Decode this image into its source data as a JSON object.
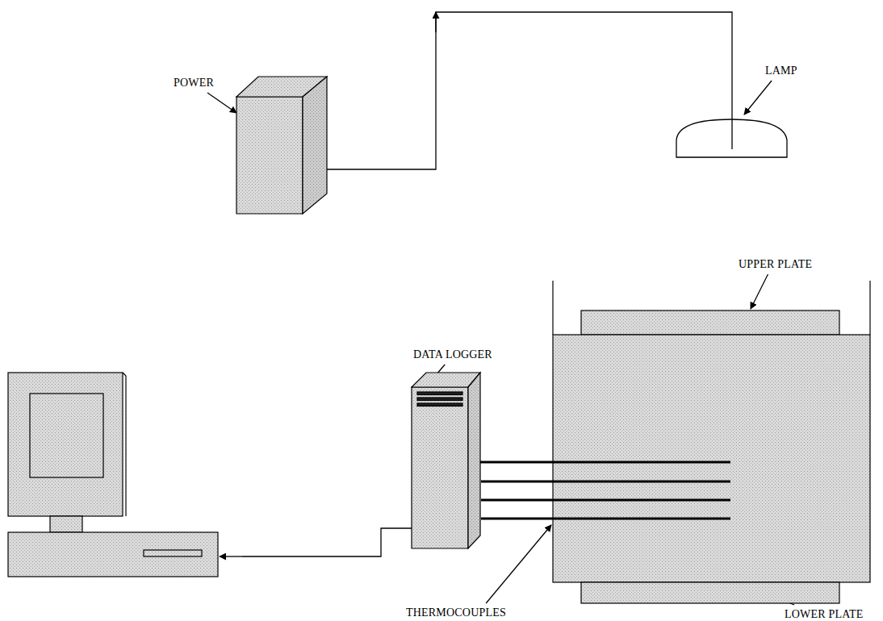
{
  "diagram": {
    "labels": [
      "POWER",
      "LAMP",
      "DATA LOGGER",
      "THERMOCOUPLES",
      "UPPER PLATE",
      "LOWER PLATE"
    ]
  }
}
